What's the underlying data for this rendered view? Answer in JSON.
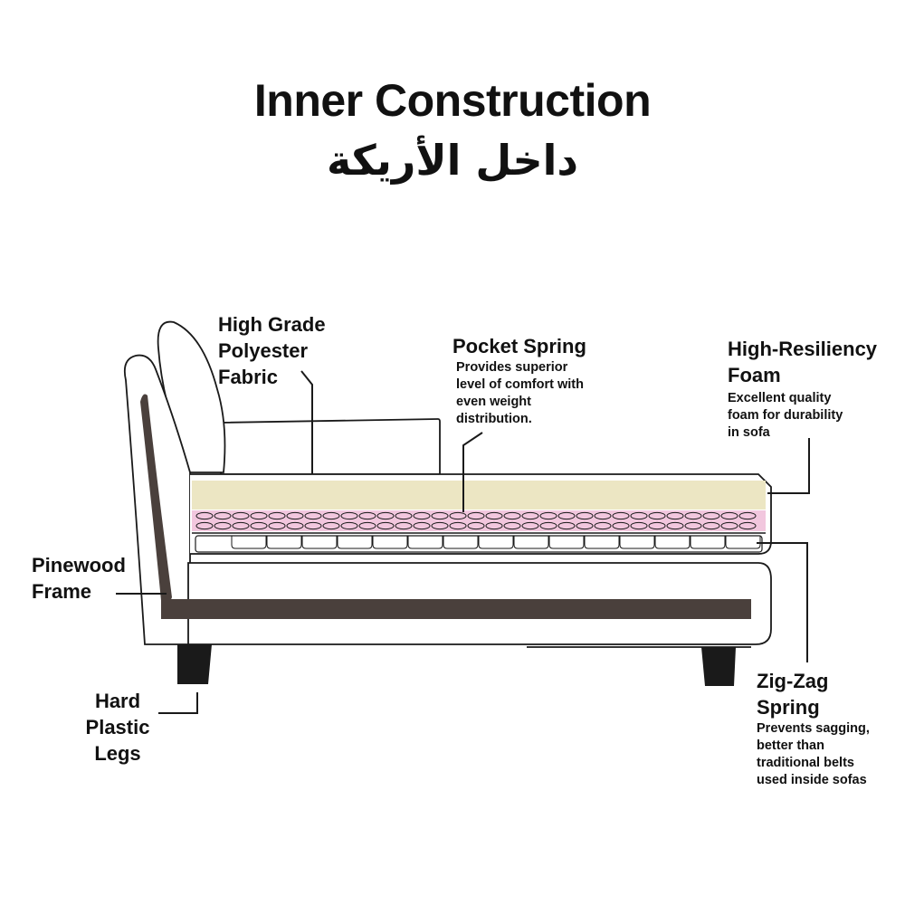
{
  "title": "Inner Construction",
  "subtitle": "داخل الأريكة",
  "labels": {
    "fabric": {
      "lines": [
        "High Grade",
        "Polyester",
        "Fabric"
      ]
    },
    "pocket_spring": {
      "lines": [
        "Pocket Spring"
      ],
      "desc": [
        "Provides superior",
        "level of comfort with",
        "even weight",
        "distribution."
      ]
    },
    "foam": {
      "lines": [
        "High-Resiliency",
        "Foam"
      ],
      "desc": [
        "Excellent quality",
        "foam for durability",
        "in sofa"
      ]
    },
    "frame": {
      "lines": [
        "Pinewood",
        "Frame"
      ]
    },
    "legs": {
      "lines": [
        "Hard",
        "Plastic",
        "Legs"
      ]
    },
    "zigzag": {
      "lines": [
        "Zig-Zag",
        "Spring"
      ],
      "desc": [
        "Prevents sagging,",
        "better than",
        "traditional belts",
        "used inside sofas"
      ]
    }
  },
  "colors": {
    "foam": "#ece6c3",
    "pocket_spring": "#f2c7de",
    "frame": "#4a403c",
    "legs": "#1a1a1a",
    "outline": "#1a1a1a"
  }
}
